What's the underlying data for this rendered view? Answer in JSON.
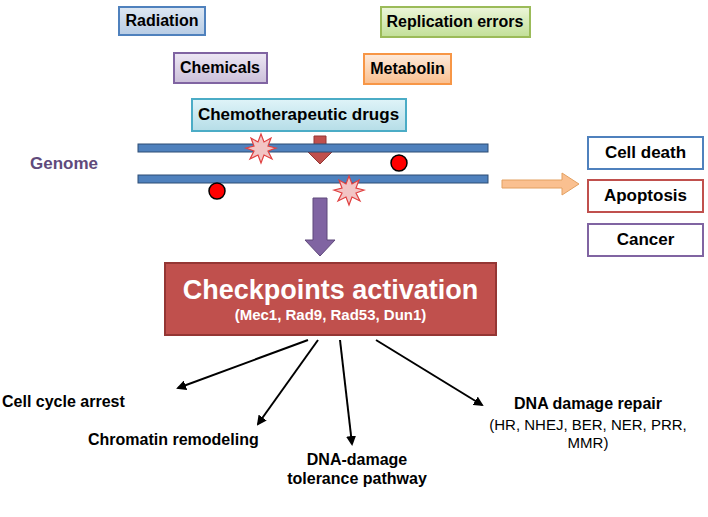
{
  "diagram": {
    "nodes": [
      {
        "text": [
          "Radiation"
        ]
      },
      {
        "text": [
          "Replication errors"
        ]
      },
      {
        "text": [
          "Chemicals"
        ]
      },
      {
        "text": [
          "Metabolin"
        ]
      },
      {
        "text": [
          "Chemotherapeutic drugs"
        ]
      },
      {
        "text": [
          "Cell death"
        ]
      },
      {
        "text": [
          "Apoptosis"
        ]
      },
      {
        "text": [
          "Cancer"
        ]
      },
      {
        "text": [
          "Checkpoints activation",
          "(Mec1, Rad9, Rad53, Dun1)"
        ]
      }
    ],
    "labels": [
      "Genome",
      "Cell cycle arrest",
      "Chromatin remodeling",
      "DNA-damage tolerance pathway",
      "DNA damage repair",
      "(HR, NHEJ, BER, NER, PRR, MMR)"
    ]
  }
}
